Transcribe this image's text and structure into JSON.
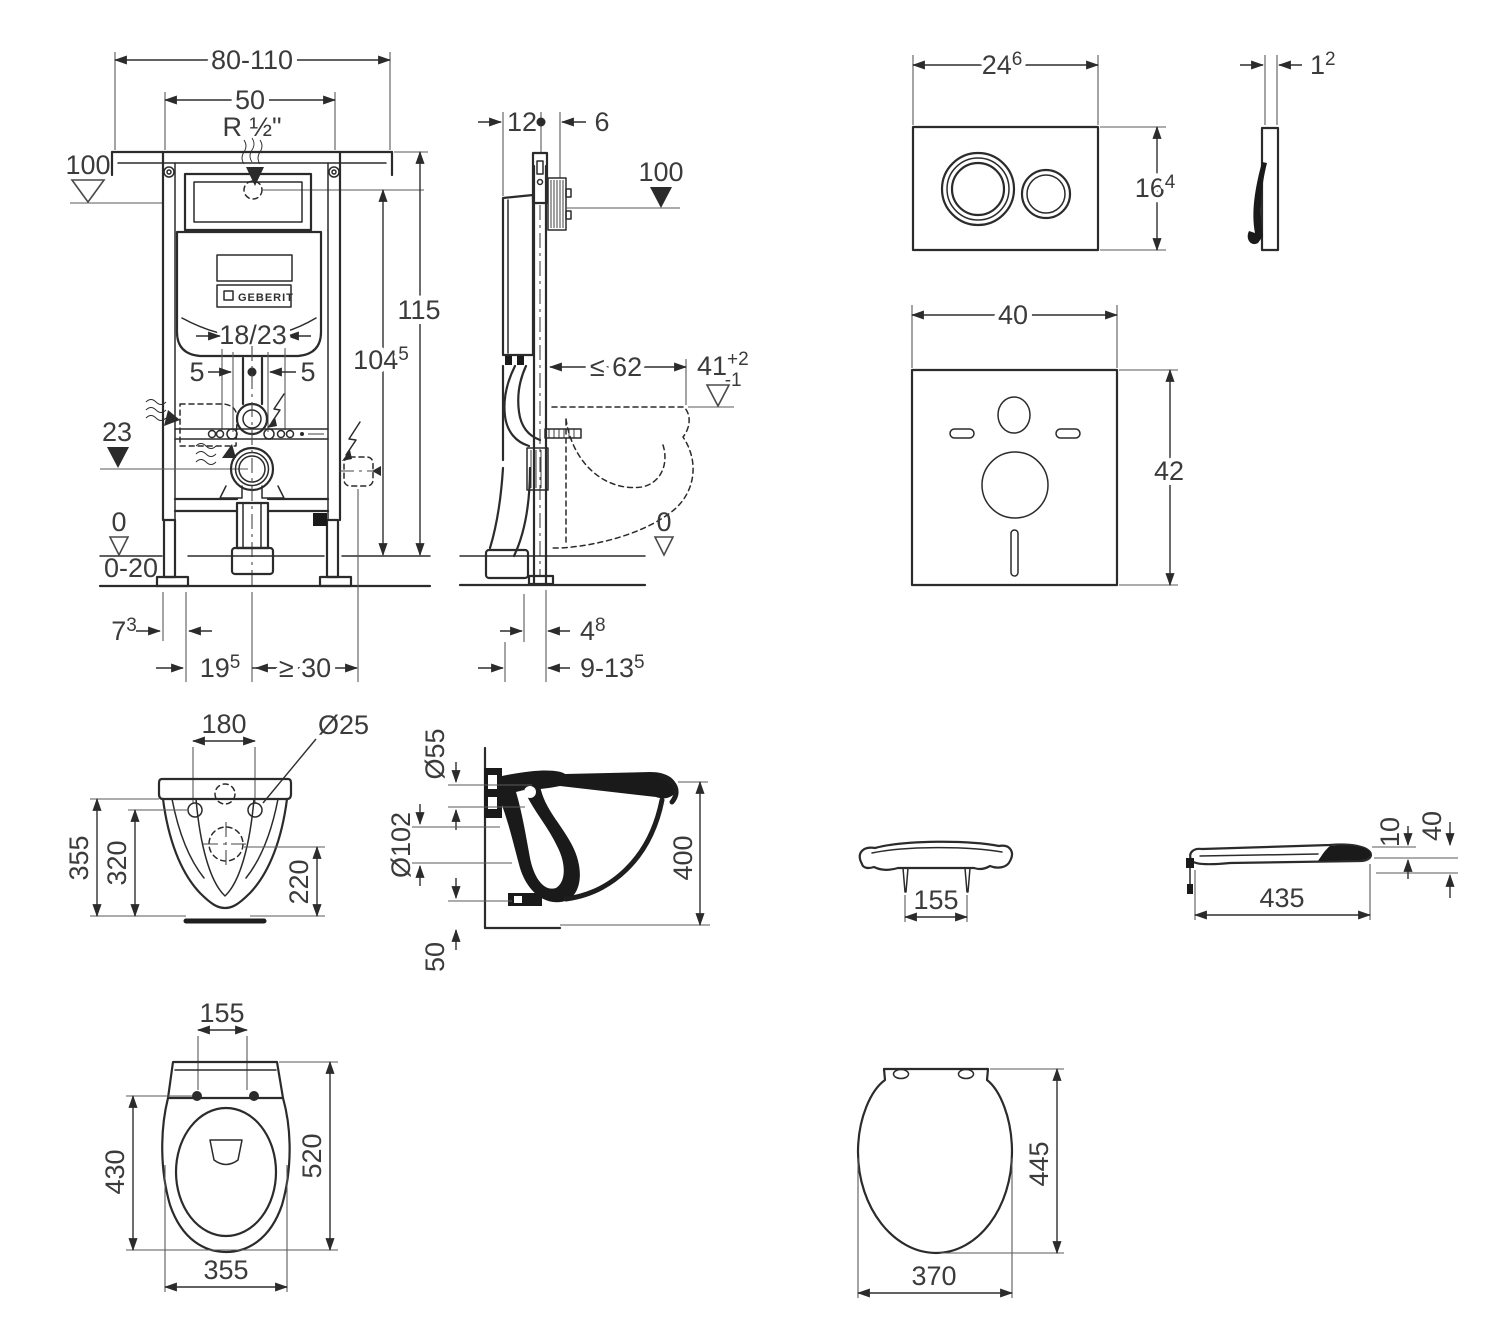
{
  "document": {
    "type": "sanitary-installation-technical-drawing",
    "background": "#ffffff",
    "line_color": "#2b2b2b",
    "dim_text_color": "#3b3b3b",
    "brand": "GEBERIT"
  },
  "views": {
    "frame_front": {
      "logo": "GEBERIT",
      "dims": {
        "width_range": "80-110",
        "inner_width": "50",
        "supply_thread": "R ½\"",
        "supply_level": "100",
        "total_height": "115",
        "supply_height": "104",
        "supply_height_sup": "5",
        "flush_pipe": "18/23",
        "offset_left": "5",
        "offset_right": "5",
        "outlet_height": "23",
        "floor_level": "0",
        "foot_range": "0-20",
        "foot_offset": "7",
        "foot_offset_sup": "3",
        "outlet_offset": "19",
        "outlet_offset_sup": "5",
        "clearance": "≥ 30"
      }
    },
    "frame_side": {
      "dims": {
        "depth": "12",
        "bracket": "6",
        "supply_level": "100",
        "bowl_depth": "≤ 62",
        "rim_height": "41",
        "rim_tol_plus": "+2",
        "rim_tol_minus": "-1",
        "floor_level": "0",
        "front_offset": "4",
        "front_offset_sup": "8",
        "wall_range": "9-13",
        "wall_range_sup": "5"
      }
    },
    "flush_plate_front": {
      "dims": {
        "width": "24",
        "width_sup": "6",
        "height": "16",
        "height_sup": "4"
      }
    },
    "flush_plate_side": {
      "dims": {
        "thickness": "1",
        "thickness_sup": "2"
      }
    },
    "sound_mat": {
      "dims": {
        "width": "40",
        "height": "42"
      }
    },
    "bowl_rear": {
      "dims": {
        "hole_spacing": "180",
        "hole_dia": "Ø25",
        "height_total": "355",
        "height_holes": "320",
        "height_outlet": "220"
      }
    },
    "bowl_side": {
      "dims": {
        "flush_dia": "Ø55",
        "outlet_dia": "Ø102",
        "depth": "400",
        "gap": "50"
      }
    },
    "seat_front": {
      "dims": {
        "hinge_spacing": "155"
      }
    },
    "seat_side": {
      "dims": {
        "length": "435",
        "lid_thickness": "10",
        "height": "40"
      }
    },
    "bowl_plan": {
      "dims": {
        "hole_spacing": "155",
        "inner_length": "430",
        "length": "520",
        "width": "355"
      }
    },
    "seat_plan": {
      "dims": {
        "length": "445",
        "width": "370"
      }
    }
  }
}
